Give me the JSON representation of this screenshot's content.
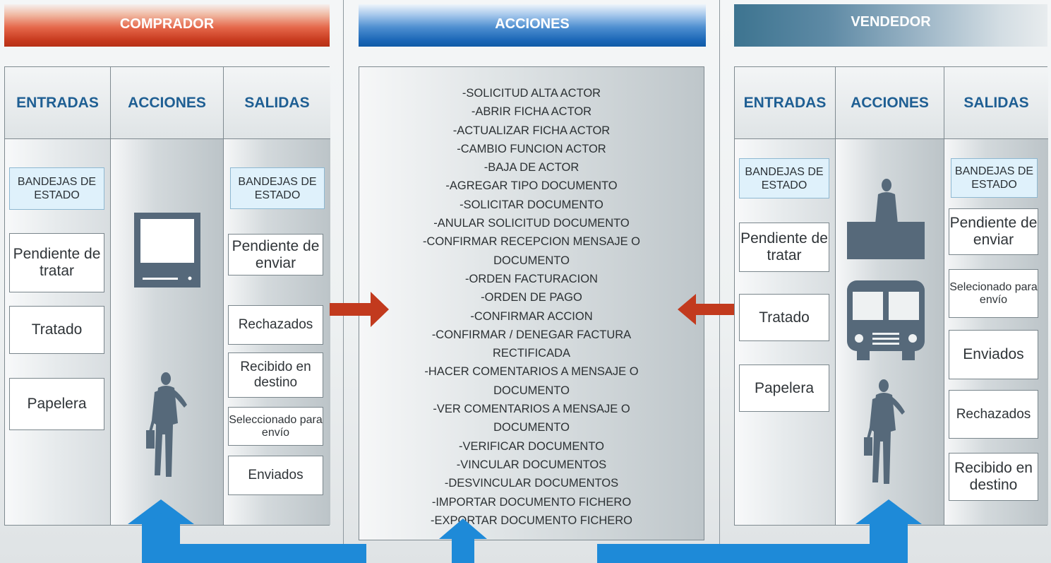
{
  "headers": {
    "comprador": "COMPRADOR",
    "acciones": "ACCIONES",
    "vendedor": "VENDEDOR"
  },
  "comprador": {
    "columns": [
      "ENTRADAS",
      "ACCIONES",
      "SALIDAS"
    ],
    "entradas": [
      "BANDEJAS DE ESTADO",
      "Pendiente de tratar",
      "Tratado",
      "Papelera"
    ],
    "salidas": [
      "BANDEJAS DE ESTADO",
      "Pendiente de enviar",
      "Rechazados",
      "Recibido en destino",
      "Seleccionado para envío",
      "Enviados"
    ]
  },
  "acciones": {
    "items": [
      "-SOLICITUD ALTA ACTOR",
      "-ABRIR FICHA ACTOR",
      "-ACTUALIZAR FICHA ACTOR",
      "-CAMBIO FUNCION ACTOR",
      "-BAJA DE ACTOR",
      "-AGREGAR TIPO DOCUMENTO",
      "-SOLICITAR DOCUMENTO",
      "-ANULAR SOLICITUD DOCUMENTO",
      "-CONFIRMAR RECEPCION MENSAJE O",
      "DOCUMENTO",
      "-ORDEN FACTURACION",
      "-ORDEN DE PAGO",
      "-CONFIRMAR ACCION",
      "-CONFIRMAR / DENEGAR FACTURA",
      "RECTIFICADA",
      "-HACER COMENTARIOS A MENSAJE O",
      "DOCUMENTO",
      "-VER COMENTARIOS A MENSAJE O",
      "DOCUMENTO",
      "-VERIFICAR DOCUMENTO",
      "-VINCULAR DOCUMENTOS",
      "-DESVINCULAR DOCUMENTOS",
      "-IMPORTAR DOCUMENTO FICHERO",
      "-EXPORTAR DOCUMENTO FICHERO"
    ]
  },
  "vendedor": {
    "columns": [
      "ENTRADAS",
      "ACCIONES",
      "SALIDAS"
    ],
    "entradas": [
      "BANDEJAS DE ESTADO",
      "Pendiente de tratar",
      "Tratado",
      "Papelera"
    ],
    "salidas": [
      "BANDEJAS DE ESTADO",
      "Pendiente de enviar",
      "Selecionado para envío",
      "Enviados",
      "Rechazados",
      "Recibido en destino"
    ]
  },
  "colors": {
    "comprador_header": "#c73a1e",
    "acciones_header": "#1b67b7",
    "vendedor_header": "#3d7490",
    "column_title": "#1f5f93",
    "state_box": "#dff1fb",
    "red_arrow": "#c23a1e",
    "blue_arrow": "#1e8ad8",
    "figure": "#5a6e7e"
  },
  "icons": {
    "comprador_actions": [
      "computer-monitor-icon",
      "walking-businessman-icon"
    ],
    "vendedor_actions": [
      "standing-person-at-desk-icon",
      "bus-icon",
      "walking-businessman-icon"
    ],
    "flow": [
      "red-arrow-right-icon",
      "red-arrow-left-icon",
      "blue-flow-arrows-icon"
    ]
  }
}
